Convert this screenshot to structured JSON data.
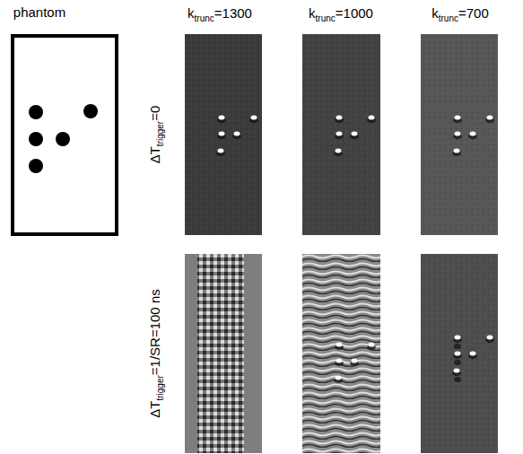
{
  "diagram": {
    "labels": [
      "phantom",
      "k",
      "trunc",
      "=1300",
      "k",
      "trunc",
      "=1000",
      "k",
      "trunc",
      "=700",
      "ΔT",
      "trigger",
      "=0",
      "ΔT",
      "trigger",
      "=1/SR=100 ns"
    ]
  }
}
